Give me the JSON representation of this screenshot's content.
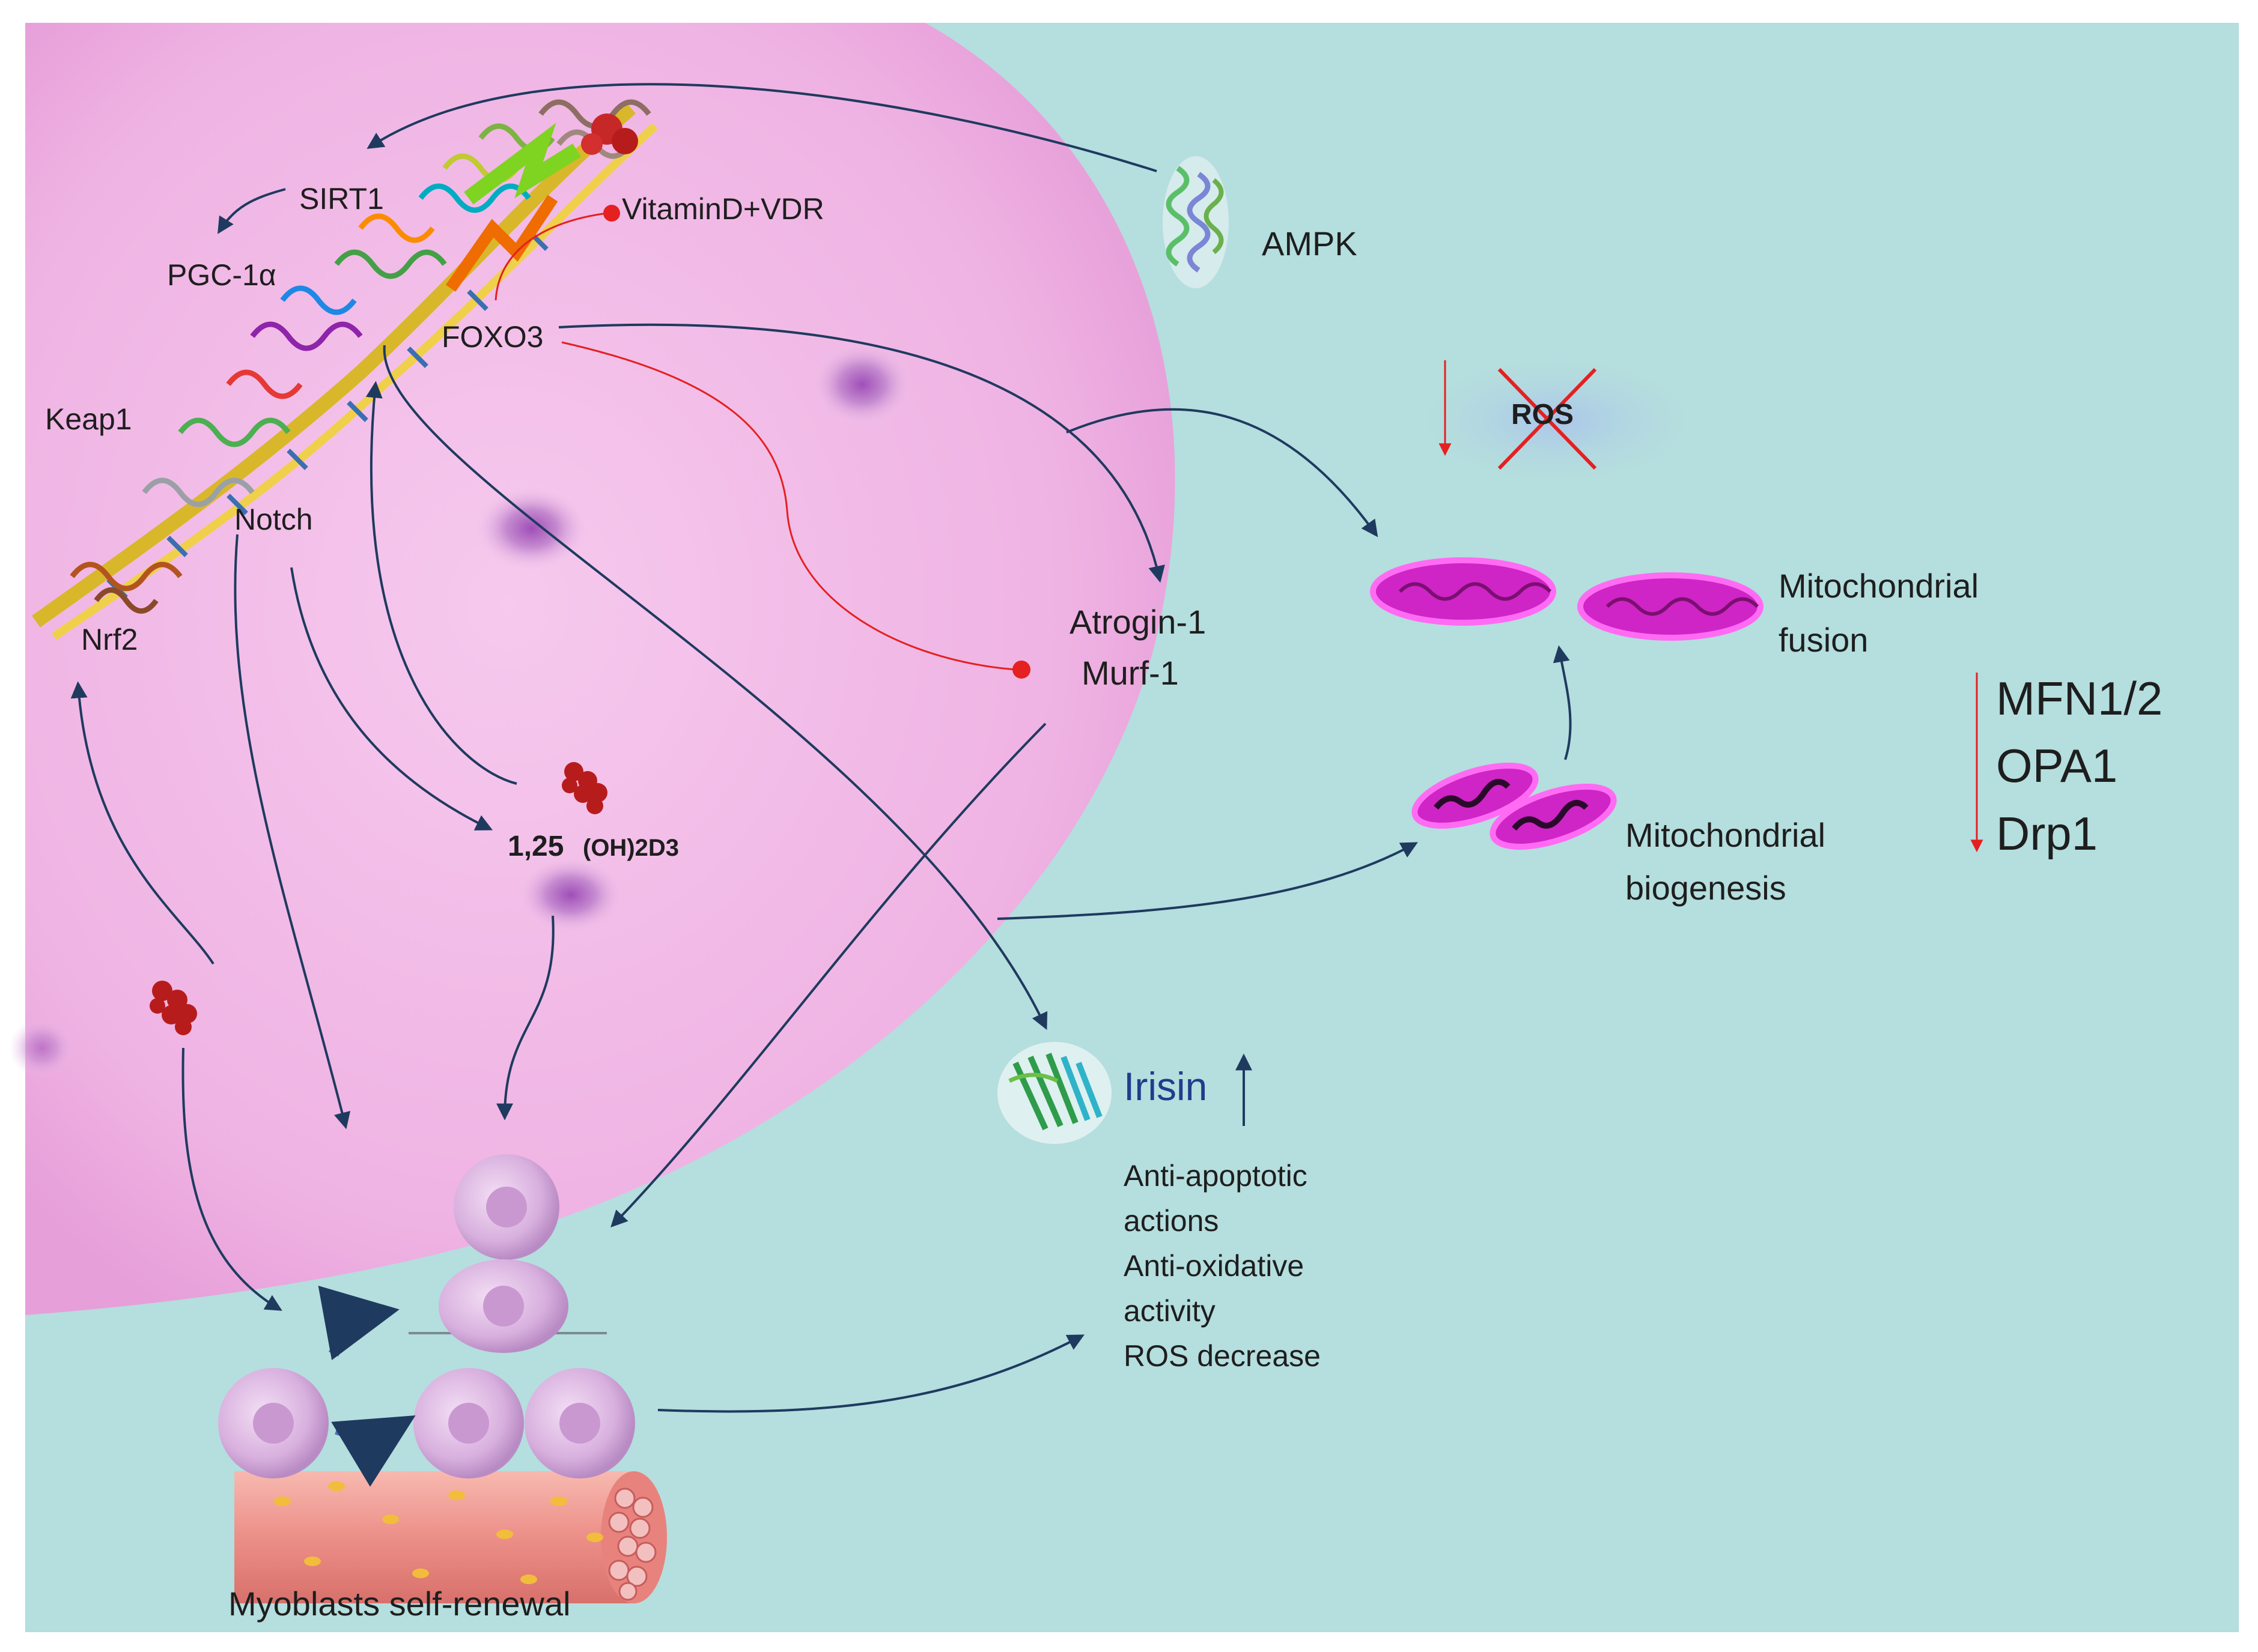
{
  "labels": {
    "sirt1": "SIRT1",
    "pgc1a": "PGC-1α",
    "vitamin_d_vdr": "VitaminD+VDR",
    "foxo3": "FOXO3",
    "keap1": "Keap1",
    "notch": "Notch",
    "nrf2": "Nrf2",
    "ampk": "AMPK",
    "ros": "ROS",
    "atrogin1": "Atrogin-1",
    "murf1": "Murf-1",
    "calcitriol_prefix": "1,25",
    "calcitriol_suffix": "(OH)2D3",
    "mito_fusion_line1": "Mitochondrial",
    "mito_fusion_line2": "fusion",
    "mito_biogenesis_line1": "Mitochondrial",
    "mito_biogenesis_line2": "biogenesis",
    "mfn12": "MFN1/2",
    "opa1": "OPA1",
    "drp1": "Drp1",
    "irisin": "Irisin",
    "irisin_effects": [
      "Anti-apoptotic",
      "actions",
      "Anti-oxidative",
      "activity",
      "ROS decrease"
    ],
    "myoblasts": "Myoblasts self-renewal"
  },
  "colors": {
    "background": "#b5dede",
    "cell": "#f0b8e6",
    "arrow": "#1f3a5f",
    "inhibition": "#e52020",
    "mitochondria": "#d92fd0",
    "irisin_text": "#1f3d8c"
  },
  "icons": {
    "protein_cluster": "protein-structure-icon",
    "ampk_structure": "ampk-structure-icon",
    "vitamin_d_molecule": "molecule-icon",
    "irisin_structure": "irisin-structure-icon",
    "mitochondrion": "mitochondrion-icon",
    "satellite_cell": "cell-icon",
    "muscle_fiber": "muscle-fiber-icon"
  }
}
